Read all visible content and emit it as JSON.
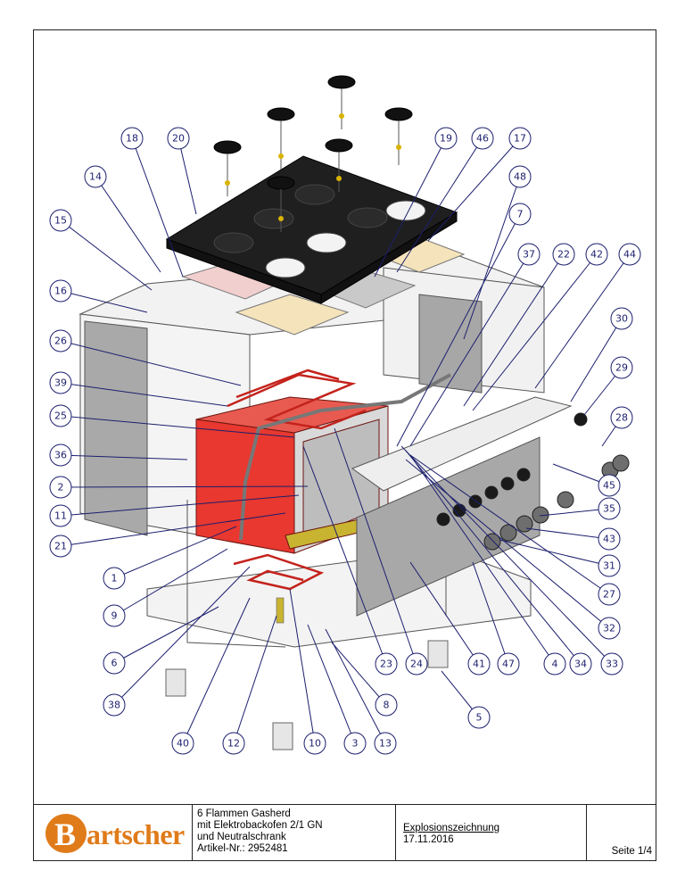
{
  "colors": {
    "callout_stroke": "#1c1f6e",
    "oven_body": "#e8382f",
    "heating_element": "#c4231c",
    "hob_grate": "#1f1f1f",
    "brand": "#e07b1a"
  },
  "callouts": [
    {
      "label": "18"
    },
    {
      "label": "20"
    },
    {
      "label": "19"
    },
    {
      "label": "46"
    },
    {
      "label": "17"
    },
    {
      "label": "14"
    },
    {
      "label": "48"
    },
    {
      "label": "7"
    },
    {
      "label": "15"
    },
    {
      "label": "37"
    },
    {
      "label": "22"
    },
    {
      "label": "42"
    },
    {
      "label": "44"
    },
    {
      "label": "16"
    },
    {
      "label": "30"
    },
    {
      "label": "26"
    },
    {
      "label": "29"
    },
    {
      "label": "39"
    },
    {
      "label": "28"
    },
    {
      "label": "25"
    },
    {
      "label": "36"
    },
    {
      "label": "45"
    },
    {
      "label": "2"
    },
    {
      "label": "35"
    },
    {
      "label": "11"
    },
    {
      "label": "43"
    },
    {
      "label": "21"
    },
    {
      "label": "31"
    },
    {
      "label": "1"
    },
    {
      "label": "27"
    },
    {
      "label": "9"
    },
    {
      "label": "32"
    },
    {
      "label": "6"
    },
    {
      "label": "23"
    },
    {
      "label": "24"
    },
    {
      "label": "41"
    },
    {
      "label": "47"
    },
    {
      "label": "4"
    },
    {
      "label": "34"
    },
    {
      "label": "33"
    },
    {
      "label": "38"
    },
    {
      "label": "8"
    },
    {
      "label": "5"
    },
    {
      "label": "40"
    },
    {
      "label": "12"
    },
    {
      "label": "10"
    },
    {
      "label": "3"
    },
    {
      "label": "13"
    }
  ],
  "title_block": {
    "brand_letter": "B",
    "brand_rest": "artscher",
    "product_lines": [
      "6 Flammen Gasherd",
      "mit Elektrobackofen 2/1 GN",
      "und Neutralschrank",
      "Artikel-Nr.: 2952481"
    ],
    "drawing_type": "Explosionszeichnung",
    "date": "17.11.2016",
    "page": "Seite 1/4"
  }
}
